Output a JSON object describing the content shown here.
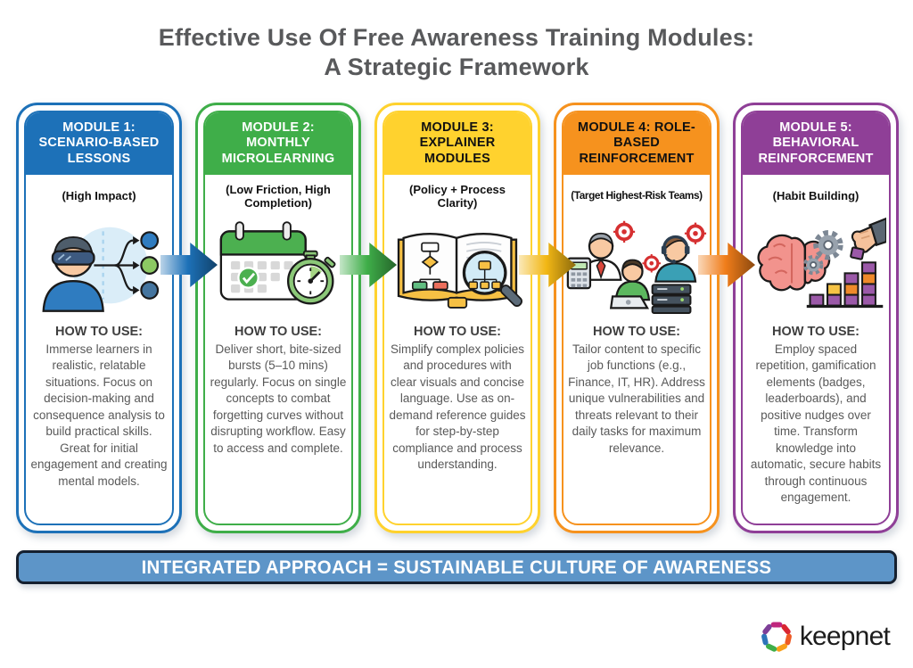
{
  "title": {
    "line1": "Effective Use Of Free Awareness Training Modules:",
    "line2": "A Strategic Framework",
    "color": "#58595b"
  },
  "how_to_use_label": "HOW TO USE:",
  "modules": [
    {
      "title": "MODULE 1: SCENARIO-BASED LESSONS",
      "subtitle": "(High Impact)",
      "icon": "vr-learner-icon",
      "accent_color": "#1d71b8",
      "header_text_color": "#ffffff",
      "body": "Immerse learners in realistic, relatable situations. Focus on decision-making and consequence analysis to build practical skills. Great for initial engagement and creating mental models."
    },
    {
      "title": "MODULE 2: MONTHLY MICROLEARNING",
      "subtitle": "(Low Friction, High Completion)",
      "icon": "calendar-stopwatch-icon",
      "accent_color": "#3fae49",
      "header_text_color": "#ffffff",
      "body": "Deliver short, bite-sized bursts (5–10 mins) regularly. Focus on single concepts to combat forgetting curves without disrupting workflow. Easy to access and complete."
    },
    {
      "title": "MODULE 3: EXPLAINER MODULES",
      "subtitle": "(Policy + Process Clarity)",
      "icon": "explainer-book-icon",
      "accent_color": "#ffd22e",
      "header_text_color": "#111111",
      "body": "Simplify complex policies and procedures with clear visuals and concise language. Use as on-demand reference guides for step-by-step compliance and process understanding."
    },
    {
      "title": "MODULE 4: ROLE-BASED REINFORCEMENT",
      "subtitle": "(Target Highest-Risk Teams)",
      "icon": "role-teams-icon",
      "accent_color": "#f6921e",
      "header_text_color": "#111111",
      "body": "Tailor content to specific job functions (e.g., Finance, IT, HR). Address unique vulnerabilities and threats relevant to their daily tasks for maximum relevance."
    },
    {
      "title": "MODULE 5: BEHAVIORAL REINFORCEMENT",
      "subtitle": "(Habit Building)",
      "icon": "brain-gamification-icon",
      "accent_color": "#8f3f97",
      "header_text_color": "#ffffff",
      "body": "Employ spaced repetition, gamification elements (badges, leaderboards), and positive nudges over time. Transform knowledge into automatic, secure habits through continuous engagement."
    }
  ],
  "arrows": [
    {
      "color": "#1d71b8"
    },
    {
      "color": "#3fae49"
    },
    {
      "color": "#f2b715"
    },
    {
      "color": "#f07d1a"
    }
  ],
  "banner": {
    "text": "INTEGRATED APPROACH = SUSTAINABLE CULTURE OF AWARENESS",
    "fill_color": "#5d95c8",
    "border_color": "#15202f",
    "text_color": "#ffffff"
  },
  "logo": {
    "text": "keepnet",
    "wheel_colors": [
      "#c0267e",
      "#d92632",
      "#ee5a24",
      "#f9a01a",
      "#3fae49",
      "#2d74b9",
      "#7e3f98"
    ]
  }
}
